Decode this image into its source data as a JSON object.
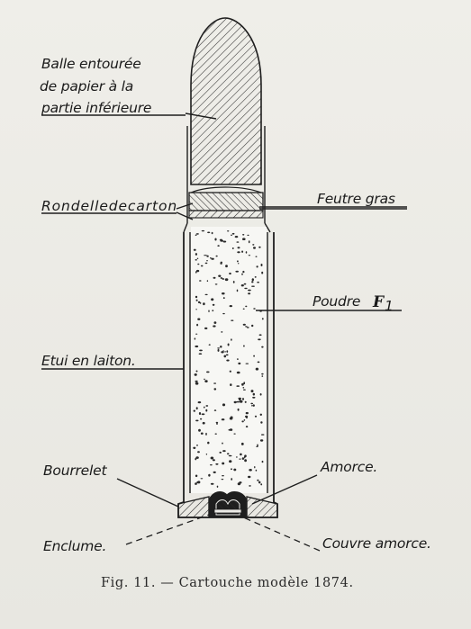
{
  "labels": {
    "bullet": [
      "Balle entourée",
      "de papier à la",
      "partie inférieure"
    ],
    "cardboard_washer": "Rondelledecarton",
    "grease_felt": "Feutre gras",
    "powder": "Poudre",
    "powder_symbol": "F",
    "powder_subscript": "1",
    "brass_case": "Etui en laiton.",
    "rim": "Bourrelet",
    "primer": "Amorce.",
    "anvil": "Enclume.",
    "primer_cover": "Couvre amorce."
  },
  "caption": "Fig. 11. — Cartouche modèle 1874.",
  "colors": {
    "paper": "#ecebe6",
    "ink": "#1e1e1e",
    "powder_fill": "#f7f7f4"
  }
}
